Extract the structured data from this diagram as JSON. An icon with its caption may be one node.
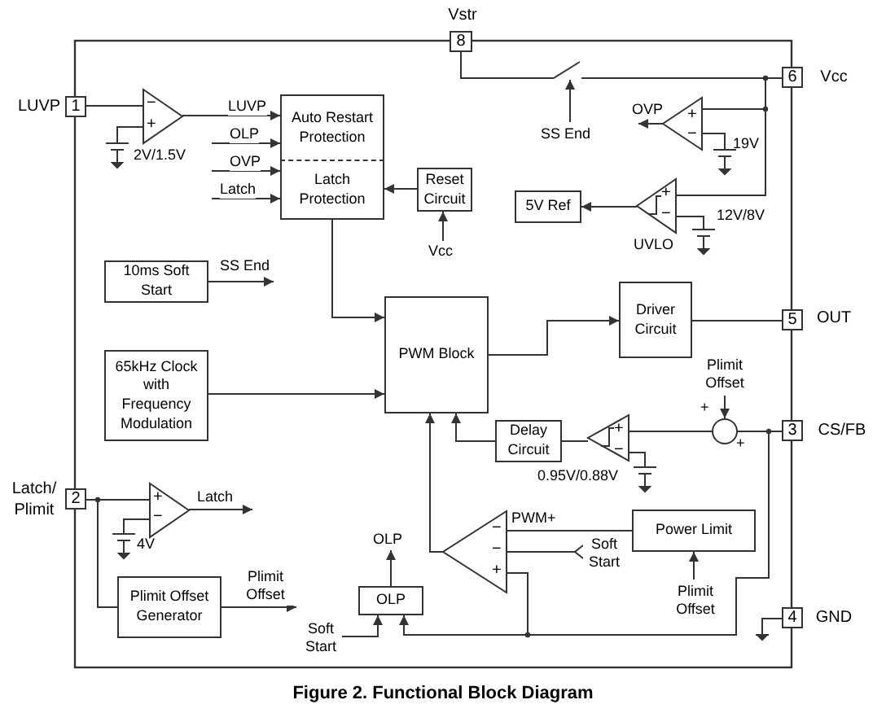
{
  "diagram": {
    "caption": "Figure 2. Functional Block Diagram",
    "nodes": [
      {
        "text": [
          "1"
        ],
        "beside": [
          "LUVP"
        ]
      },
      {
        "text": [
          "8"
        ],
        "beside": [
          "Vstr"
        ]
      },
      {
        "text": [
          "6"
        ],
        "beside": [
          "Vcc"
        ]
      },
      {
        "text": [],
        "shape": "switch"
      },
      {
        "text": [
          "−",
          "+"
        ]
      },
      {
        "text": [
          "Auto Restart Protection"
        ]
      },
      {
        "text": [
          "Latch Protection"
        ]
      },
      {
        "text": [
          "Reset Circuit"
        ]
      },
      {
        "text": [
          "+",
          "−"
        ]
      },
      {
        "text": [
          "+",
          "−"
        ]
      },
      {
        "text": [
          "5V Ref"
        ]
      },
      {
        "text": [
          "10ms Soft Start"
        ]
      },
      {
        "text": [
          "PWM Block"
        ]
      },
      {
        "text": [
          "Driver Circuit"
        ]
      },
      {
        "text": [
          "5"
        ],
        "beside": [
          "OUT"
        ]
      },
      {
        "text": [
          "65kHz Clock with Frequency Modulation"
        ]
      },
      {
        "text": [],
        "shape": "circle"
      },
      {
        "text": [
          "3"
        ],
        "beside": [
          "CS/FB"
        ]
      },
      {
        "text": [
          "Delay Circuit"
        ]
      },
      {
        "text": [
          "+",
          "−"
        ]
      },
      {
        "text": [
          "2"
        ],
        "beside": [
          "Latch/ Plimit"
        ]
      },
      {
        "text": [
          "+",
          "−"
        ]
      },
      {
        "text": [
          "−",
          "−",
          "+"
        ]
      },
      {
        "text": [
          "Power Limit"
        ]
      },
      {
        "text": [
          "Plimit Offset Generator"
        ]
      },
      {
        "text": [
          "OLP"
        ]
      },
      {
        "text": [
          "4"
        ],
        "beside": [
          "GND"
        ]
      }
    ],
    "edges": [
      {
        "from": 0,
        "to": 4,
        "arrow": "none"
      },
      {
        "from": 4,
        "to": 5,
        "arrow": "to",
        "label": "LUVP"
      },
      {
        "from": null,
        "to": 5,
        "arrow": "to",
        "label": "OLP"
      },
      {
        "from": null,
        "to": 6,
        "arrow": "to",
        "label": "OVP"
      },
      {
        "from": null,
        "to": 6,
        "arrow": "to",
        "label": "Latch"
      },
      {
        "from": 7,
        "to": 6,
        "arrow": "to"
      },
      {
        "from": null,
        "to": 7,
        "arrow": "to",
        "label": "Vcc"
      },
      {
        "from": 6,
        "to": 12,
        "arrow": "to"
      },
      {
        "from": 11,
        "to": null,
        "arrow": "to",
        "label": "SS End"
      },
      {
        "from": 1,
        "to": 2,
        "arrow": "none"
      },
      {
        "from": 1,
        "to": 3,
        "arrow": "none"
      },
      {
        "from": 3,
        "to": 2,
        "arrow": "none"
      },
      {
        "from": null,
        "to": 3,
        "arrow": "to",
        "label": "SS End"
      },
      {
        "from": 2,
        "to": 8,
        "arrow": "none"
      },
      {
        "from": 2,
        "to": 9,
        "arrow": "none"
      },
      {
        "from": 8,
        "to": null,
        "arrow": "to",
        "label": "OVP"
      },
      {
        "from": 9,
        "to": 10,
        "arrow": "to"
      },
      {
        "from": 15,
        "to": 12,
        "arrow": "to"
      },
      {
        "from": 12,
        "to": 13,
        "arrow": "to"
      },
      {
        "from": 13,
        "to": 14,
        "arrow": "none"
      },
      {
        "from": null,
        "to": 16,
        "arrow": "to",
        "label": "Plimit Offset"
      },
      {
        "from": 17,
        "to": 16,
        "arrow": "none"
      },
      {
        "from": 16,
        "to": 19,
        "arrow": "none"
      },
      {
        "from": 19,
        "to": 18,
        "arrow": "none"
      },
      {
        "from": 18,
        "to": 12,
        "arrow": "to"
      },
      {
        "from": 20,
        "to": 21,
        "arrow": "none"
      },
      {
        "from": 21,
        "to": null,
        "arrow": "to",
        "label": "Latch"
      },
      {
        "from": 22,
        "to": 12,
        "arrow": "to"
      },
      {
        "from": 23,
        "to": 22,
        "arrow": "none",
        "label": "PWM+"
      },
      {
        "from": null,
        "to": 22,
        "arrow": "other",
        "label": "Soft Start"
      },
      {
        "from": null,
        "to": 23,
        "arrow": "to",
        "label": "Plimit Offset"
      },
      {
        "from": 17,
        "to": 22,
        "arrow": "none"
      },
      {
        "from": 17,
        "to": 25,
        "arrow": "to"
      },
      {
        "from": 20,
        "to": 24,
        "arrow": "none"
      },
      {
        "from": 24,
        "to": null,
        "arrow": "to",
        "label": "Plimit Offset"
      },
      {
        "from": null,
        "to": 25,
        "arrow": "to",
        "label": "Soft Start"
      },
      {
        "from": 25,
        "to": null,
        "arrow": "to",
        "label": "OLP"
      }
    ],
    "labels": [
      "2V/1.5V",
      "19V",
      "12V/8V",
      "UVLO",
      "+",
      "+",
      "0.95V/0.88V",
      "4V"
    ]
  }
}
